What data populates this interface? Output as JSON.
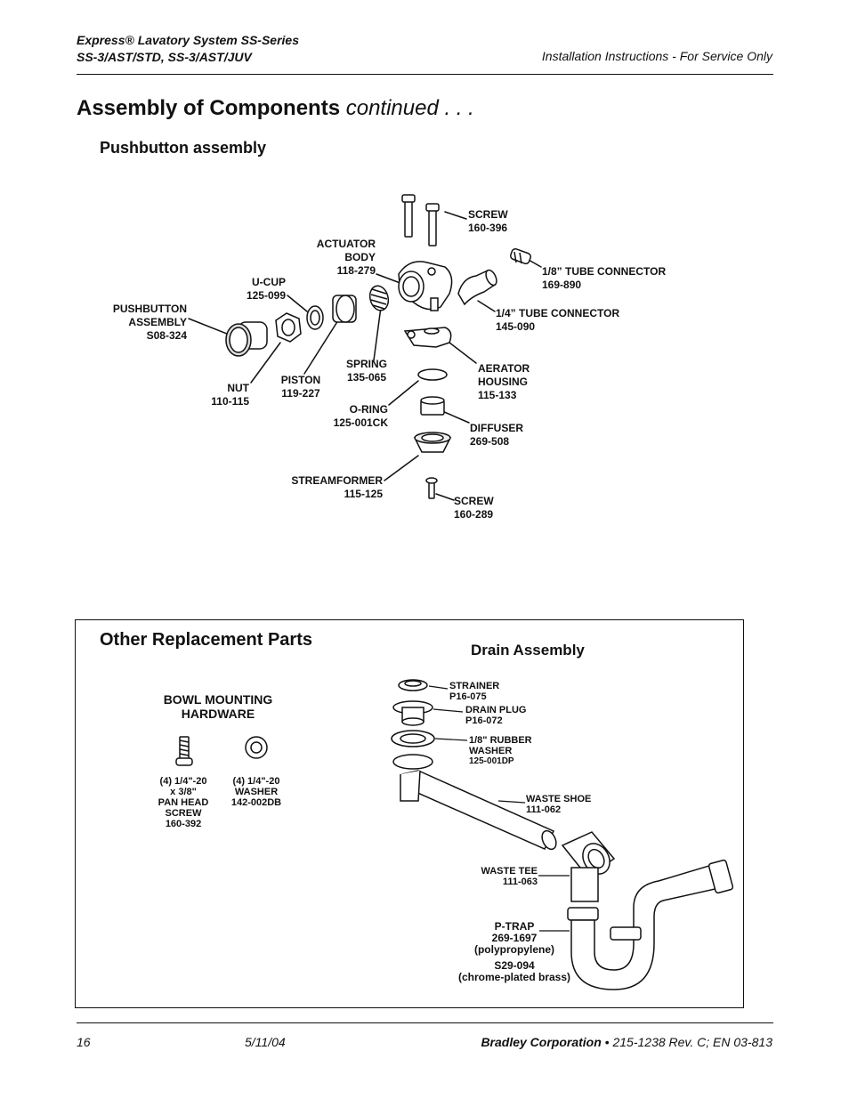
{
  "header": {
    "line1": "Express® Lavatory System SS-Series",
    "line2": "SS-3/AST/STD, SS-3/AST/JUV",
    "right": "Installation Instructions - For Service Only"
  },
  "title": {
    "main": "Assembly of Components",
    "cont": "continued . . ."
  },
  "pushbutton": {
    "heading": "Pushbutton assembly",
    "labels": {
      "screw_top_name": "SCREW",
      "screw_top_num": "160-396",
      "actuator_l1": "ACTUATOR",
      "actuator_l2": "BODY",
      "actuator_num": "118-279",
      "tube18_name": "1/8” TUBE CONNECTOR",
      "tube18_num": "169-890",
      "ucup_name": "U-CUP",
      "ucup_num": "125-099",
      "pb_l1": "PUSHBUTTON",
      "pb_l2": "ASSEMBLY",
      "pb_num": "S08-324",
      "tube14_name": "1/4” TUBE CONNECTOR",
      "tube14_num": "145-090",
      "spring_name": "SPRING",
      "spring_num": "135-065",
      "aerator_l1": "AERATOR",
      "aerator_l2": "HOUSING",
      "aerator_num": "115-133",
      "piston_name": "PISTON",
      "piston_num": "119-227",
      "nut_name": "NUT",
      "nut_num": "110-115",
      "oring_name": "O-RING",
      "oring_num": "125-001CK",
      "diffuser_name": "DIFFUSER",
      "diffuser_num": "269-508",
      "stream_name": "STREAMFORMER",
      "stream_num": "115-125",
      "screw_bot_name": "SCREW",
      "screw_bot_num": "160-289"
    }
  },
  "other": {
    "heading": "Other Replacement Parts",
    "bowl": {
      "heading_l1": "BOWL MOUNTING",
      "heading_l2": "HARDWARE",
      "screw_l1": "(4) 1/4\"-20",
      "screw_l2": "x 3/8\"",
      "screw_l3": "PAN HEAD",
      "screw_l4": "SCREW",
      "screw_l5": "160-392",
      "washer_l1": "(4) 1/4\"-20",
      "washer_l2": "WASHER",
      "washer_l3": "142-002DB"
    },
    "drain": {
      "heading": "Drain Assembly",
      "strainer_name": "STRAINER",
      "strainer_num": "P16-075",
      "plug_name": "DRAIN PLUG",
      "plug_num": "P16-072",
      "washer_l1": "1/8\" RUBBER",
      "washer_l2": "WASHER",
      "washer_num": "125-001DP",
      "shoe_name": "WASTE SHOE",
      "shoe_num": "111-062",
      "tee_name": "WASTE TEE",
      "tee_num": "111-063",
      "ptrap_name": "P-TRAP",
      "ptrap_num": "269-1697",
      "ptrap_mat": "(polypropylene)",
      "ptrap_alt": "S29-094",
      "ptrap_alt_mat": "(chrome-plated brass)"
    }
  },
  "footer": {
    "page": "16",
    "date": "5/11/04",
    "company": "Bradley Corporation",
    "doc": " • 215-1238 Rev. C; EN 03-813"
  }
}
